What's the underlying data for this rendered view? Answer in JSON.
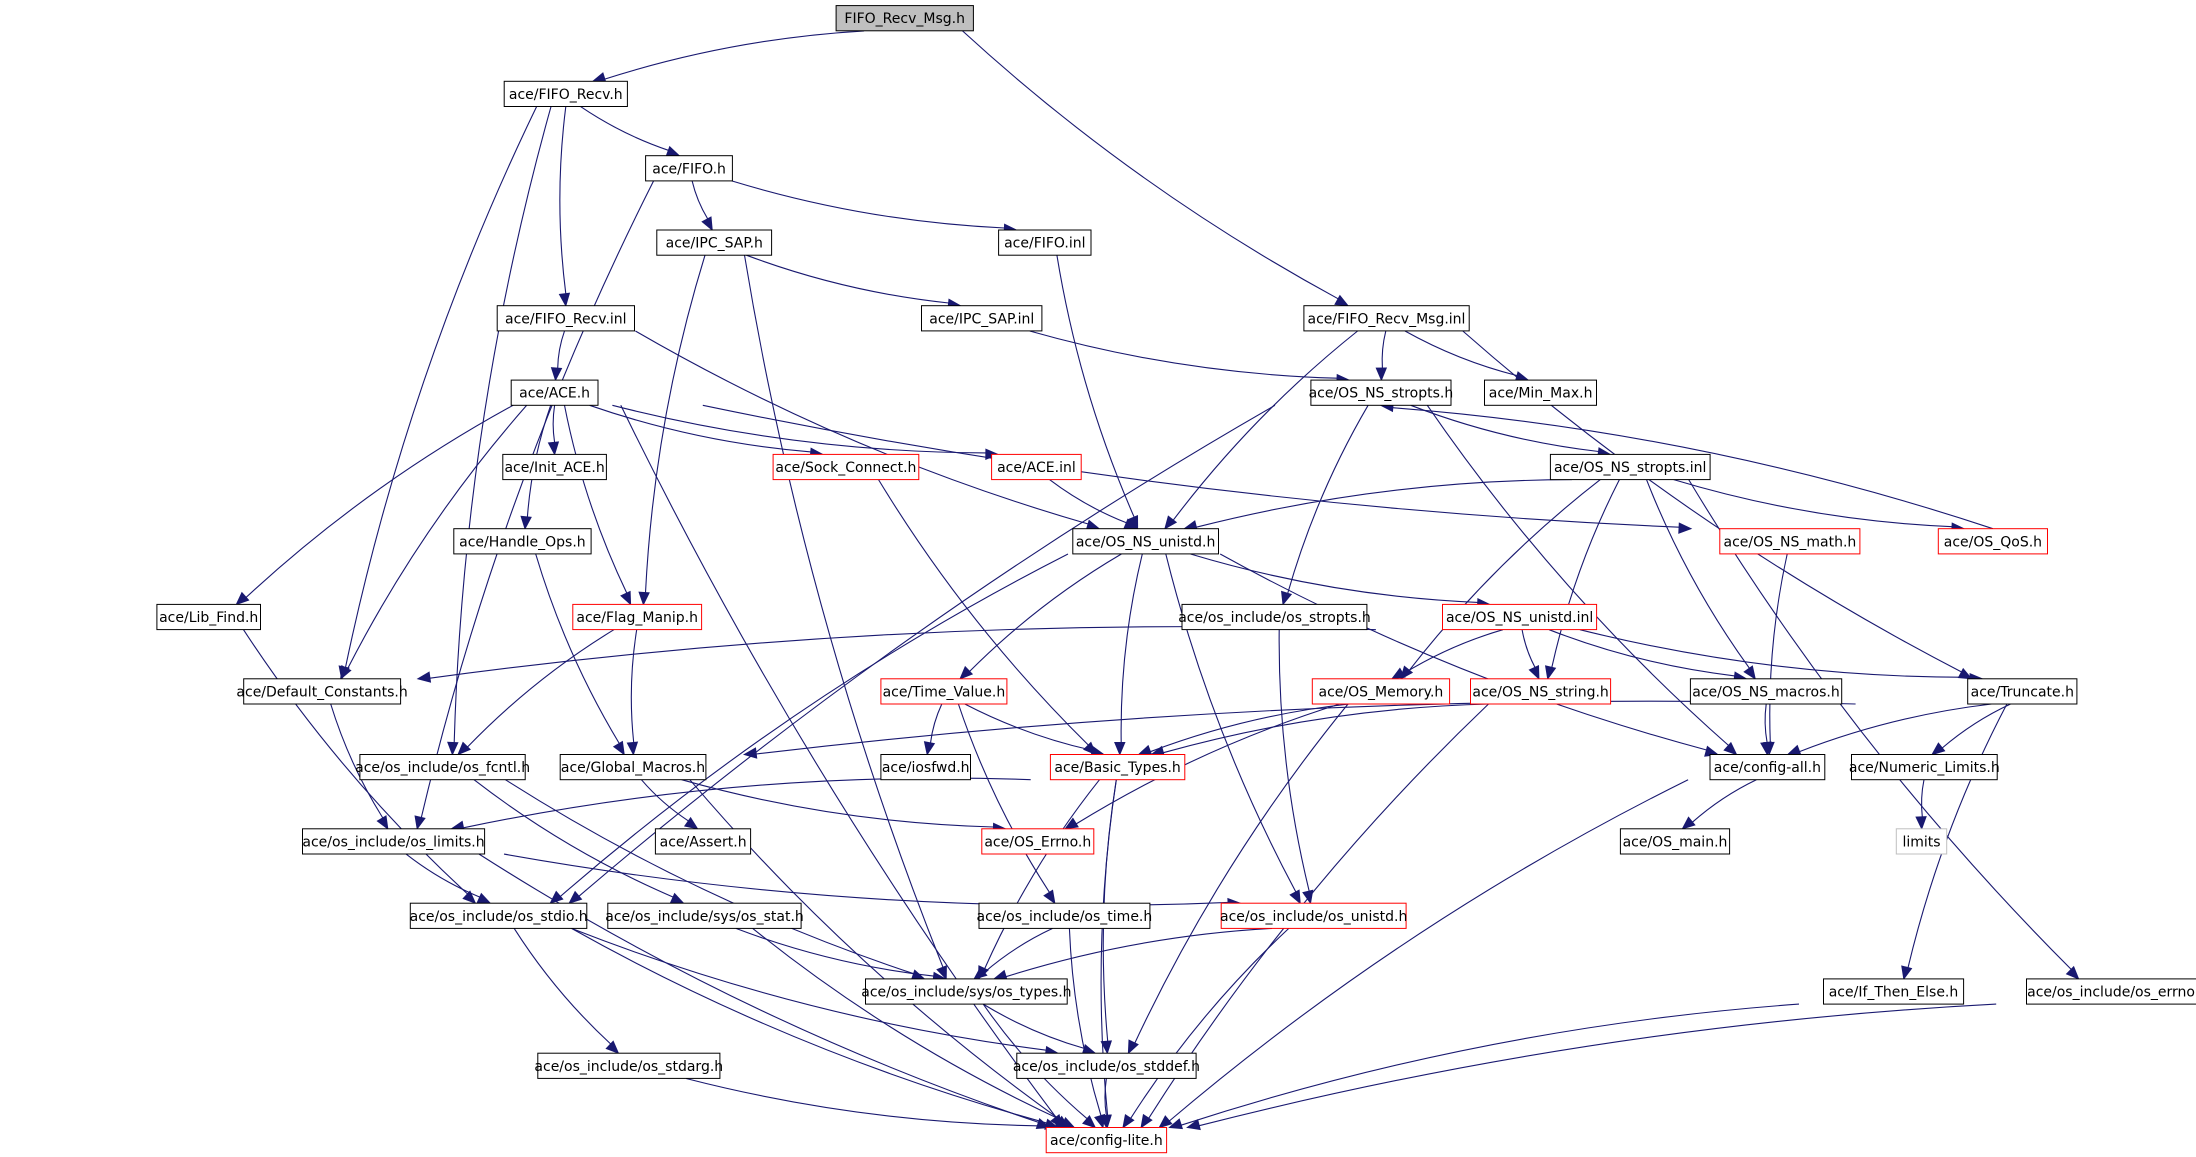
{
  "diagram": {
    "colors": {
      "edge": "#191970",
      "root_fill": "#bfbfbf",
      "red_border": "#ff0000",
      "gray_border": "#bfbfbf",
      "node_fill": "#ffffff",
      "node_border": "#000000"
    },
    "nodes": [
      {
        "id": "root",
        "label": "FIFO_Recv_Msg.h",
        "kind": "root"
      },
      {
        "id": "fifo_recv_h",
        "label": "ace/FIFO_Recv.h"
      },
      {
        "id": "fifo_h",
        "label": "ace/FIFO.h"
      },
      {
        "id": "ipc_sap_h",
        "label": "ace/IPC_SAP.h"
      },
      {
        "id": "fifo_inl",
        "label": "ace/FIFO.inl"
      },
      {
        "id": "fifo_recv_inl",
        "label": "ace/FIFO_Recv.inl"
      },
      {
        "id": "ipc_sap_inl",
        "label": "ace/IPC_SAP.inl"
      },
      {
        "id": "fifo_recv_msg_inl",
        "label": "ace/FIFO_Recv_Msg.inl"
      },
      {
        "id": "ace_h",
        "label": "ace/ACE.h"
      },
      {
        "id": "os_ns_stropts_h",
        "label": "ace/OS_NS_stropts.h"
      },
      {
        "id": "min_max_h",
        "label": "ace/Min_Max.h"
      },
      {
        "id": "init_ace_h",
        "label": "ace/Init_ACE.h"
      },
      {
        "id": "sock_connect_h",
        "label": "ace/Sock_Connect.h",
        "kind": "red"
      },
      {
        "id": "ace_inl",
        "label": "ace/ACE.inl",
        "kind": "red"
      },
      {
        "id": "os_ns_stropts_inl",
        "label": "ace/OS_NS_stropts.inl"
      },
      {
        "id": "handle_ops_h",
        "label": "ace/Handle_Ops.h"
      },
      {
        "id": "os_ns_unistd_h",
        "label": "ace/OS_NS_unistd.h"
      },
      {
        "id": "os_ns_math_h",
        "label": "ace/OS_NS_math.h",
        "kind": "red"
      },
      {
        "id": "os_qos_h",
        "label": "ace/OS_QoS.h",
        "kind": "red"
      },
      {
        "id": "lib_find_h",
        "label": "ace/Lib_Find.h"
      },
      {
        "id": "flag_manip_h",
        "label": "ace/Flag_Manip.h",
        "kind": "red"
      },
      {
        "id": "os_include_os_stropts_h",
        "label": "ace/os_include/os_stropts.h"
      },
      {
        "id": "os_ns_unistd_inl",
        "label": "ace/OS_NS_unistd.inl",
        "kind": "red"
      },
      {
        "id": "default_constants_h",
        "label": "ace/Default_Constants.h"
      },
      {
        "id": "time_value_h",
        "label": "ace/Time_Value.h",
        "kind": "red"
      },
      {
        "id": "os_memory_h",
        "label": "ace/OS_Memory.h",
        "kind": "red"
      },
      {
        "id": "os_ns_string_h",
        "label": "ace/OS_NS_string.h",
        "kind": "red"
      },
      {
        "id": "os_ns_macros_h",
        "label": "ace/OS_NS_macros.h"
      },
      {
        "id": "truncate_h",
        "label": "ace/Truncate.h"
      },
      {
        "id": "os_fcntl_h",
        "label": "ace/os_include/os_fcntl.h"
      },
      {
        "id": "global_macros_h",
        "label": "ace/Global_Macros.h"
      },
      {
        "id": "iosfwd_h",
        "label": "ace/iosfwd.h"
      },
      {
        "id": "basic_types_h",
        "label": "ace/Basic_Types.h",
        "kind": "red"
      },
      {
        "id": "config_all_h",
        "label": "ace/config-all.h"
      },
      {
        "id": "numeric_limits_h",
        "label": "ace/Numeric_Limits.h"
      },
      {
        "id": "os_limits_h",
        "label": "ace/os_include/os_limits.h"
      },
      {
        "id": "assert_h",
        "label": "ace/Assert.h"
      },
      {
        "id": "os_errno_ace_h",
        "label": "ace/OS_Errno.h",
        "kind": "red"
      },
      {
        "id": "os_main_h",
        "label": "ace/OS_main.h"
      },
      {
        "id": "limits",
        "label": "limits",
        "kind": "gray"
      },
      {
        "id": "os_stdio_h",
        "label": "ace/os_include/os_stdio.h"
      },
      {
        "id": "os_stat_h",
        "label": "ace/os_include/sys/os_stat.h"
      },
      {
        "id": "os_time_h",
        "label": "ace/os_include/os_time.h"
      },
      {
        "id": "os_unistd_h",
        "label": "ace/os_include/os_unistd.h",
        "kind": "red"
      },
      {
        "id": "os_types_h",
        "label": "ace/os_include/sys/os_types.h"
      },
      {
        "id": "if_then_else_h",
        "label": "ace/If_Then_Else.h"
      },
      {
        "id": "os_errno_h",
        "label": "ace/os_include/os_errno.h"
      },
      {
        "id": "os_stdarg_h",
        "label": "ace/os_include/os_stdarg.h"
      },
      {
        "id": "os_stddef_h",
        "label": "ace/os_include/os_stddef.h"
      },
      {
        "id": "config_lite_h",
        "label": "ace/config-lite.h",
        "kind": "red"
      }
    ],
    "edges": [
      [
        "root",
        "fifo_recv_h"
      ],
      [
        "root",
        "fifo_recv_msg_inl"
      ],
      [
        "fifo_recv_h",
        "fifo_h"
      ],
      [
        "fifo_recv_h",
        "fifo_recv_inl"
      ],
      [
        "fifo_recv_h",
        "default_constants_h"
      ],
      [
        "fifo_recv_h",
        "os_fcntl_h"
      ],
      [
        "fifo_h",
        "ipc_sap_h"
      ],
      [
        "fifo_h",
        "fifo_inl"
      ],
      [
        "fifo_h",
        "os_limits_h"
      ],
      [
        "ipc_sap_h",
        "ipc_sap_inl"
      ],
      [
        "ipc_sap_h",
        "flag_manip_h"
      ],
      [
        "ipc_sap_h",
        "os_types_h"
      ],
      [
        "fifo_inl",
        "os_ns_unistd_h"
      ],
      [
        "fifo_recv_inl",
        "ace_h"
      ],
      [
        "fifo_recv_inl",
        "os_ns_unistd_h"
      ],
      [
        "ipc_sap_inl",
        "os_ns_stropts_h"
      ],
      [
        "fifo_recv_msg_inl",
        "os_ns_stropts_h"
      ],
      [
        "fifo_recv_msg_inl",
        "min_max_h"
      ],
      [
        "fifo_recv_msg_inl",
        "os_ns_unistd_h"
      ],
      [
        "fifo_recv_msg_inl",
        "truncate_h"
      ],
      [
        "ace_h",
        "init_ace_h"
      ],
      [
        "ace_h",
        "sock_connect_h"
      ],
      [
        "ace_h",
        "ace_inl"
      ],
      [
        "ace_h",
        "handle_ops_h"
      ],
      [
        "ace_h",
        "lib_find_h"
      ],
      [
        "ace_h",
        "flag_manip_h"
      ],
      [
        "ace_h",
        "default_constants_h"
      ],
      [
        "ace_h",
        "os_ns_math_h"
      ],
      [
        "ace_h",
        "config_lite_h"
      ],
      [
        "os_ns_stropts_h",
        "os_ns_stropts_inl"
      ],
      [
        "os_ns_stropts_h",
        "os_include_os_stropts_h"
      ],
      [
        "os_ns_stropts_h",
        "os_stdio_h"
      ],
      [
        "os_ns_stropts_h",
        "config_all_h"
      ],
      [
        "sock_connect_h",
        "basic_types_h"
      ],
      [
        "ace_inl",
        "os_ns_unistd_h"
      ],
      [
        "os_ns_stropts_inl",
        "os_ns_unistd_h"
      ],
      [
        "os_ns_stropts_inl",
        "os_memory_h"
      ],
      [
        "os_ns_stropts_inl",
        "os_ns_string_h"
      ],
      [
        "os_ns_stropts_inl",
        "os_ns_macros_h"
      ],
      [
        "os_ns_stropts_inl",
        "os_qos_h"
      ],
      [
        "os_ns_stropts_inl",
        "os_errno_h"
      ],
      [
        "os_qos_h",
        "os_ns_stropts_h"
      ],
      [
        "handle_ops_h",
        "global_macros_h"
      ],
      [
        "os_ns_unistd_h",
        "os_ns_unistd_inl"
      ],
      [
        "os_ns_unistd_h",
        "time_value_h"
      ],
      [
        "os_ns_unistd_h",
        "basic_types_h"
      ],
      [
        "os_ns_unistd_h",
        "os_unistd_h"
      ],
      [
        "os_ns_unistd_h",
        "os_stdio_h"
      ],
      [
        "os_ns_unistd_h",
        "config_all_h"
      ],
      [
        "os_ns_math_h",
        "config_all_h"
      ],
      [
        "lib_find_h",
        "os_stdio_h"
      ],
      [
        "flag_manip_h",
        "global_macros_h"
      ],
      [
        "flag_manip_h",
        "os_fcntl_h"
      ],
      [
        "os_include_os_stropts_h",
        "os_unistd_h"
      ],
      [
        "os_ns_unistd_inl",
        "default_constants_h"
      ],
      [
        "os_ns_unistd_inl",
        "os_memory_h"
      ],
      [
        "os_ns_unistd_inl",
        "os_ns_string_h"
      ],
      [
        "os_ns_unistd_inl",
        "os_ns_macros_h"
      ],
      [
        "os_ns_unistd_inl",
        "truncate_h"
      ],
      [
        "default_constants_h",
        "os_limits_h"
      ],
      [
        "time_value_h",
        "iosfwd_h"
      ],
      [
        "time_value_h",
        "basic_types_h"
      ],
      [
        "time_value_h",
        "os_time_h"
      ],
      [
        "os_memory_h",
        "basic_types_h"
      ],
      [
        "os_memory_h",
        "os_errno_ace_h"
      ],
      [
        "os_memory_h",
        "os_stddef_h"
      ],
      [
        "os_ns_string_h",
        "basic_types_h"
      ],
      [
        "os_ns_string_h",
        "config_lite_h"
      ],
      [
        "os_ns_macros_h",
        "config_all_h"
      ],
      [
        "truncate_h",
        "config_all_h"
      ],
      [
        "truncate_h",
        "numeric_limits_h"
      ],
      [
        "truncate_h",
        "if_then_else_h"
      ],
      [
        "truncate_h",
        "global_macros_h"
      ],
      [
        "os_fcntl_h",
        "os_stat_h"
      ],
      [
        "os_fcntl_h",
        "os_types_h"
      ],
      [
        "global_macros_h",
        "assert_h"
      ],
      [
        "global_macros_h",
        "os_errno_ace_h"
      ],
      [
        "global_macros_h",
        "config_lite_h"
      ],
      [
        "basic_types_h",
        "os_limits_h"
      ],
      [
        "basic_types_h",
        "os_types_h"
      ],
      [
        "basic_types_h",
        "os_stddef_h"
      ],
      [
        "basic_types_h",
        "config_lite_h"
      ],
      [
        "config_all_h",
        "os_main_h"
      ],
      [
        "config_all_h",
        "config_lite_h"
      ],
      [
        "numeric_limits_h",
        "limits"
      ],
      [
        "os_limits_h",
        "os_stdio_h"
      ],
      [
        "os_limits_h",
        "os_unistd_h"
      ],
      [
        "os_limits_h",
        "config_lite_h"
      ],
      [
        "os_stdio_h",
        "os_stdarg_h"
      ],
      [
        "os_stdio_h",
        "os_stddef_h"
      ],
      [
        "os_stdio_h",
        "config_lite_h"
      ],
      [
        "os_stat_h",
        "os_types_h"
      ],
      [
        "os_stat_h",
        "config_lite_h"
      ],
      [
        "os_time_h",
        "os_types_h"
      ],
      [
        "os_time_h",
        "config_lite_h"
      ],
      [
        "os_unistd_h",
        "os_types_h"
      ],
      [
        "os_unistd_h",
        "config_lite_h"
      ],
      [
        "os_types_h",
        "os_stddef_h"
      ],
      [
        "os_types_h",
        "config_lite_h"
      ],
      [
        "if_then_else_h",
        "config_lite_h"
      ],
      [
        "os_errno_h",
        "config_lite_h"
      ],
      [
        "os_stdarg_h",
        "config_lite_h"
      ],
      [
        "os_stddef_h",
        "config_lite_h"
      ]
    ]
  }
}
